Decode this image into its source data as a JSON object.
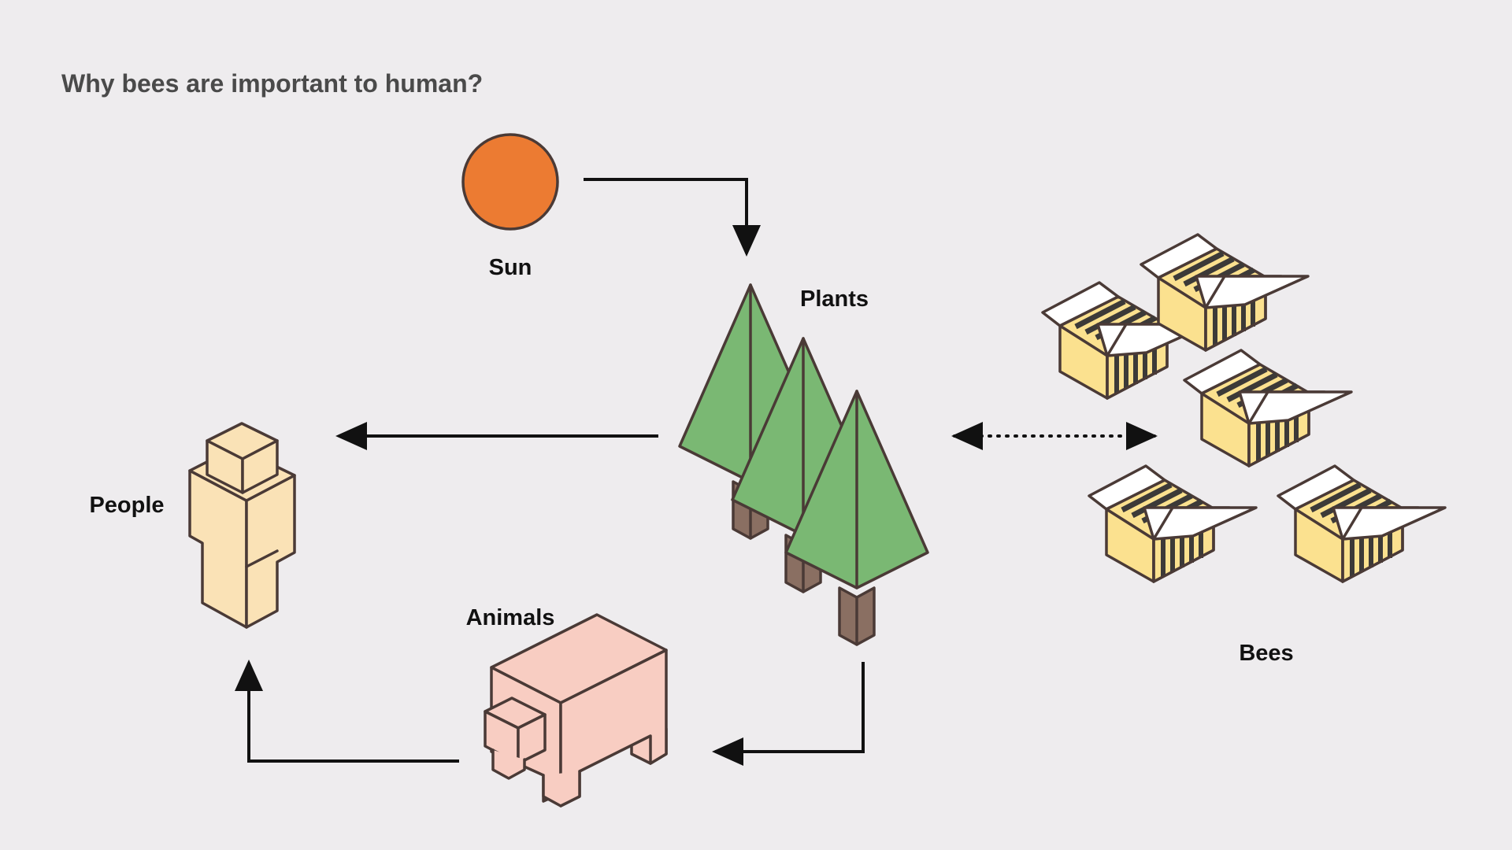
{
  "title": "Why bees are important to human?",
  "nodes": {
    "sun": "Sun",
    "plants": "Plants",
    "bees": "Bees",
    "people": "People",
    "animals": "Animals"
  },
  "colors": {
    "background": "#eeecee",
    "sun": "#ec7b32",
    "tree_green": "#7ab873",
    "trunk": "#8a6f62",
    "person": "#fae2b6",
    "pig": "#f8cdc2",
    "hive_yellow": "#fbe18f",
    "hive_stripe": "#3c3a38",
    "outline": "#4a3a36",
    "arrow": "#111111"
  },
  "icons": {
    "sun": "sun-circle-icon",
    "plants": "pine-trees-icon",
    "bees": "beehive-icon",
    "people": "blocky-person-icon",
    "animals": "blocky-pig-icon"
  }
}
